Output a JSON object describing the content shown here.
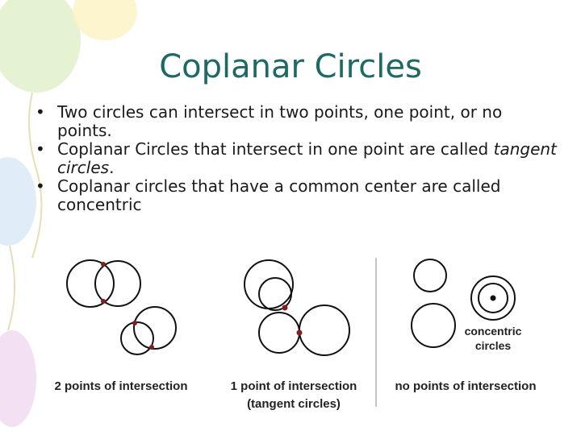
{
  "slide": {
    "title": "Coplanar Circles",
    "bullets": [
      {
        "text": "Two circles can intersect in two points, one point, or no points."
      },
      {
        "prefix": "Coplanar Circles that intersect in one point are called ",
        "emphasis": "tangent circles",
        "suffix": "."
      },
      {
        "text": "Coplanar circles that have a common center are called concentric"
      }
    ]
  },
  "figure": {
    "labels": {
      "two_points": "2 points of intersection",
      "one_point_line1": "1 point of intersection",
      "one_point_line2": "(tangent circles)",
      "no_points": "no points of intersection",
      "concentric_line1": "concentric",
      "concentric_line2": "circles"
    },
    "colors": {
      "stroke": "#111111",
      "intersection_point": "#8b1a1a",
      "center_point": "#111111"
    }
  },
  "background": {
    "theme": "pastel balloons",
    "colors": [
      "#dff0c8",
      "#fbf2c0",
      "#f0d8f0",
      "#d8e8f8"
    ]
  }
}
